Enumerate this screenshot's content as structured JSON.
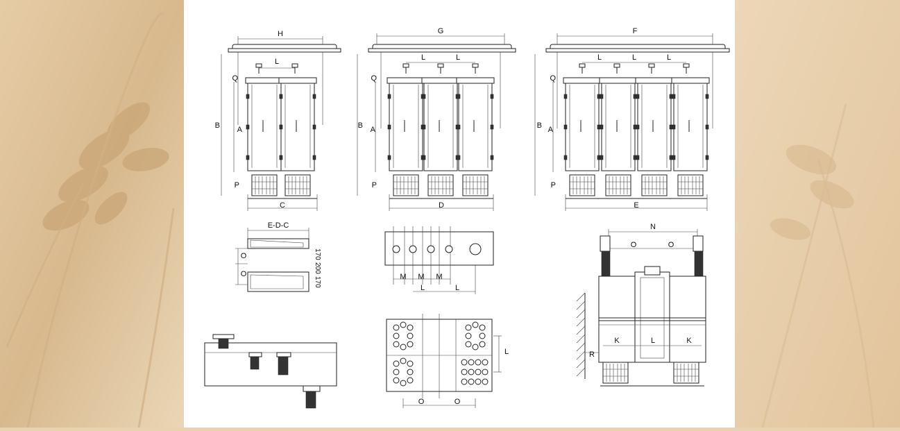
{
  "colors": {
    "background": "#e9d2b0",
    "sheet": "#ffffff",
    "line": "#222222"
  },
  "views": {
    "two_column": {
      "width_label": "H",
      "base_label": "C",
      "height_label": "B",
      "core_label": "A",
      "top_label": "Q",
      "foot_label": "P",
      "pitch_labels": [
        "L"
      ]
    },
    "three_column": {
      "width_label": "G",
      "base_label": "D",
      "height_label": "B",
      "core_label": "A",
      "top_label": "Q",
      "foot_label": "P",
      "pitch_labels": [
        "L",
        "L"
      ]
    },
    "four_column": {
      "width_label": "F",
      "base_label": "E",
      "height_label": "B",
      "core_label": "A",
      "top_label": "Q",
      "foot_label": "P",
      "pitch_labels": [
        "L",
        "L",
        "L"
      ]
    },
    "busbar_detail": {
      "top_label": "E-D-C",
      "spacing_labels": [
        "O",
        "O"
      ],
      "thickness_labels": [
        "170",
        "200",
        "170"
      ]
    },
    "hole_detail": {
      "pitch_labels": [
        "M",
        "M",
        "M"
      ],
      "span_labels": [
        "L",
        "L"
      ]
    },
    "side_view": {
      "top_label": "N",
      "spacing_labels": [
        "O",
        "O"
      ],
      "bottom_labels": [
        "K",
        "L",
        "K"
      ],
      "wall_label": "R"
    },
    "bottom_view": {
      "spacing_labels": [
        "O",
        "O"
      ],
      "side_label": "L"
    }
  }
}
